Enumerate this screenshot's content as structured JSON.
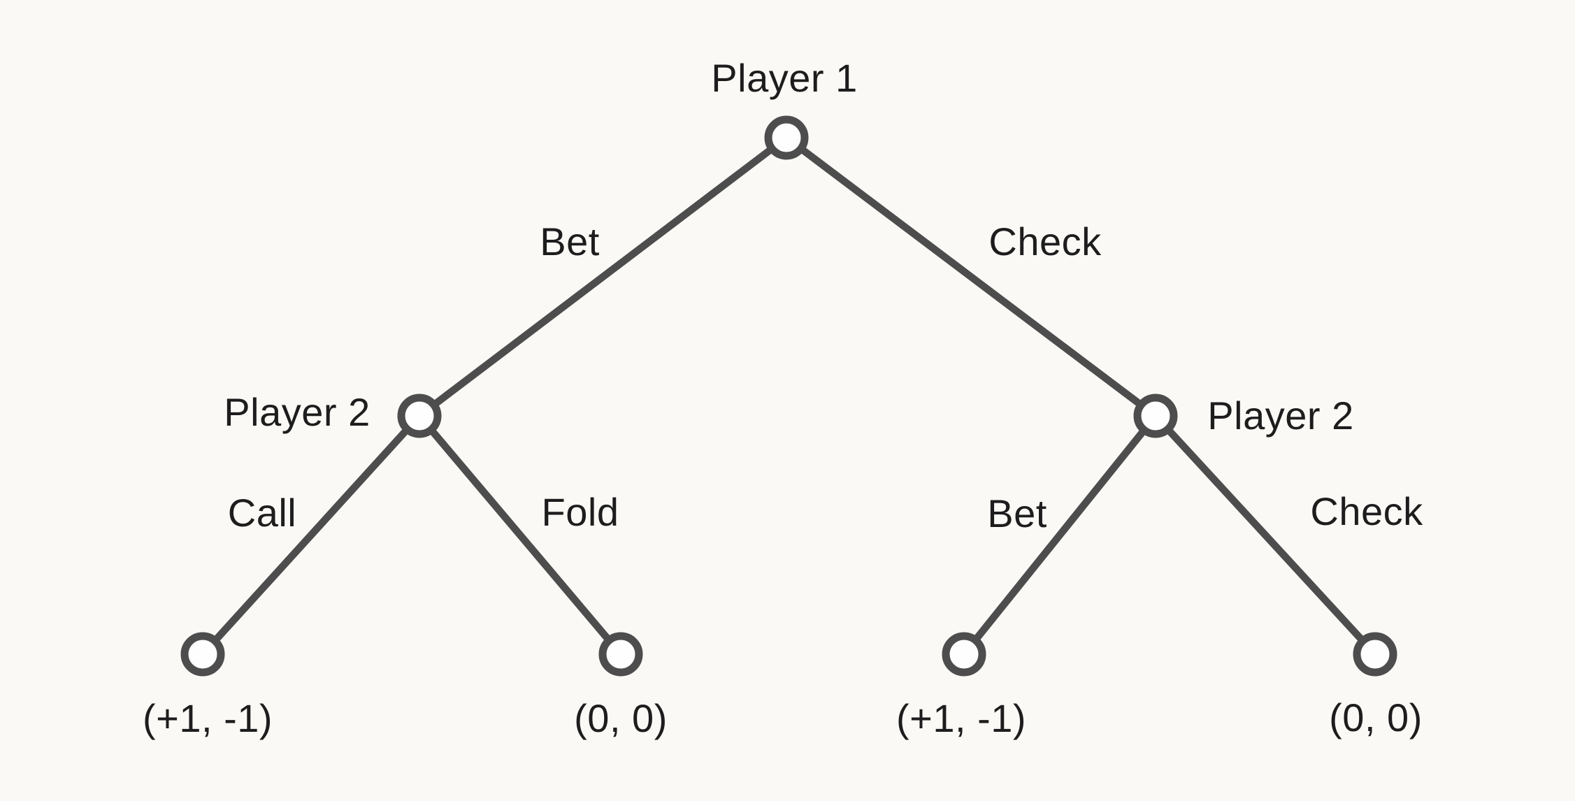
{
  "diagram": {
    "kind": "extensive-form game tree",
    "nodes": {
      "root": {
        "label": "Player 1"
      },
      "left": {
        "label": "Player 2"
      },
      "right": {
        "label": "Player 2"
      }
    },
    "edges": {
      "root_left": {
        "label": "Bet"
      },
      "root_right": {
        "label": "Check"
      },
      "left_left": {
        "label": "Call"
      },
      "left_right": {
        "label": "Fold"
      },
      "right_left": {
        "label": "Bet"
      },
      "right_right": {
        "label": "Check"
      }
    },
    "payoffs": {
      "leaf1": "(+1, -1)",
      "leaf2": "(0, 0)",
      "leaf3": "(+1, -1)",
      "leaf4": "(0, 0)"
    }
  },
  "colors": {
    "background": "#faf9f6",
    "line": "#4d4d4d",
    "text": "#1d1d1d",
    "node_fill": "#fefefe"
  }
}
